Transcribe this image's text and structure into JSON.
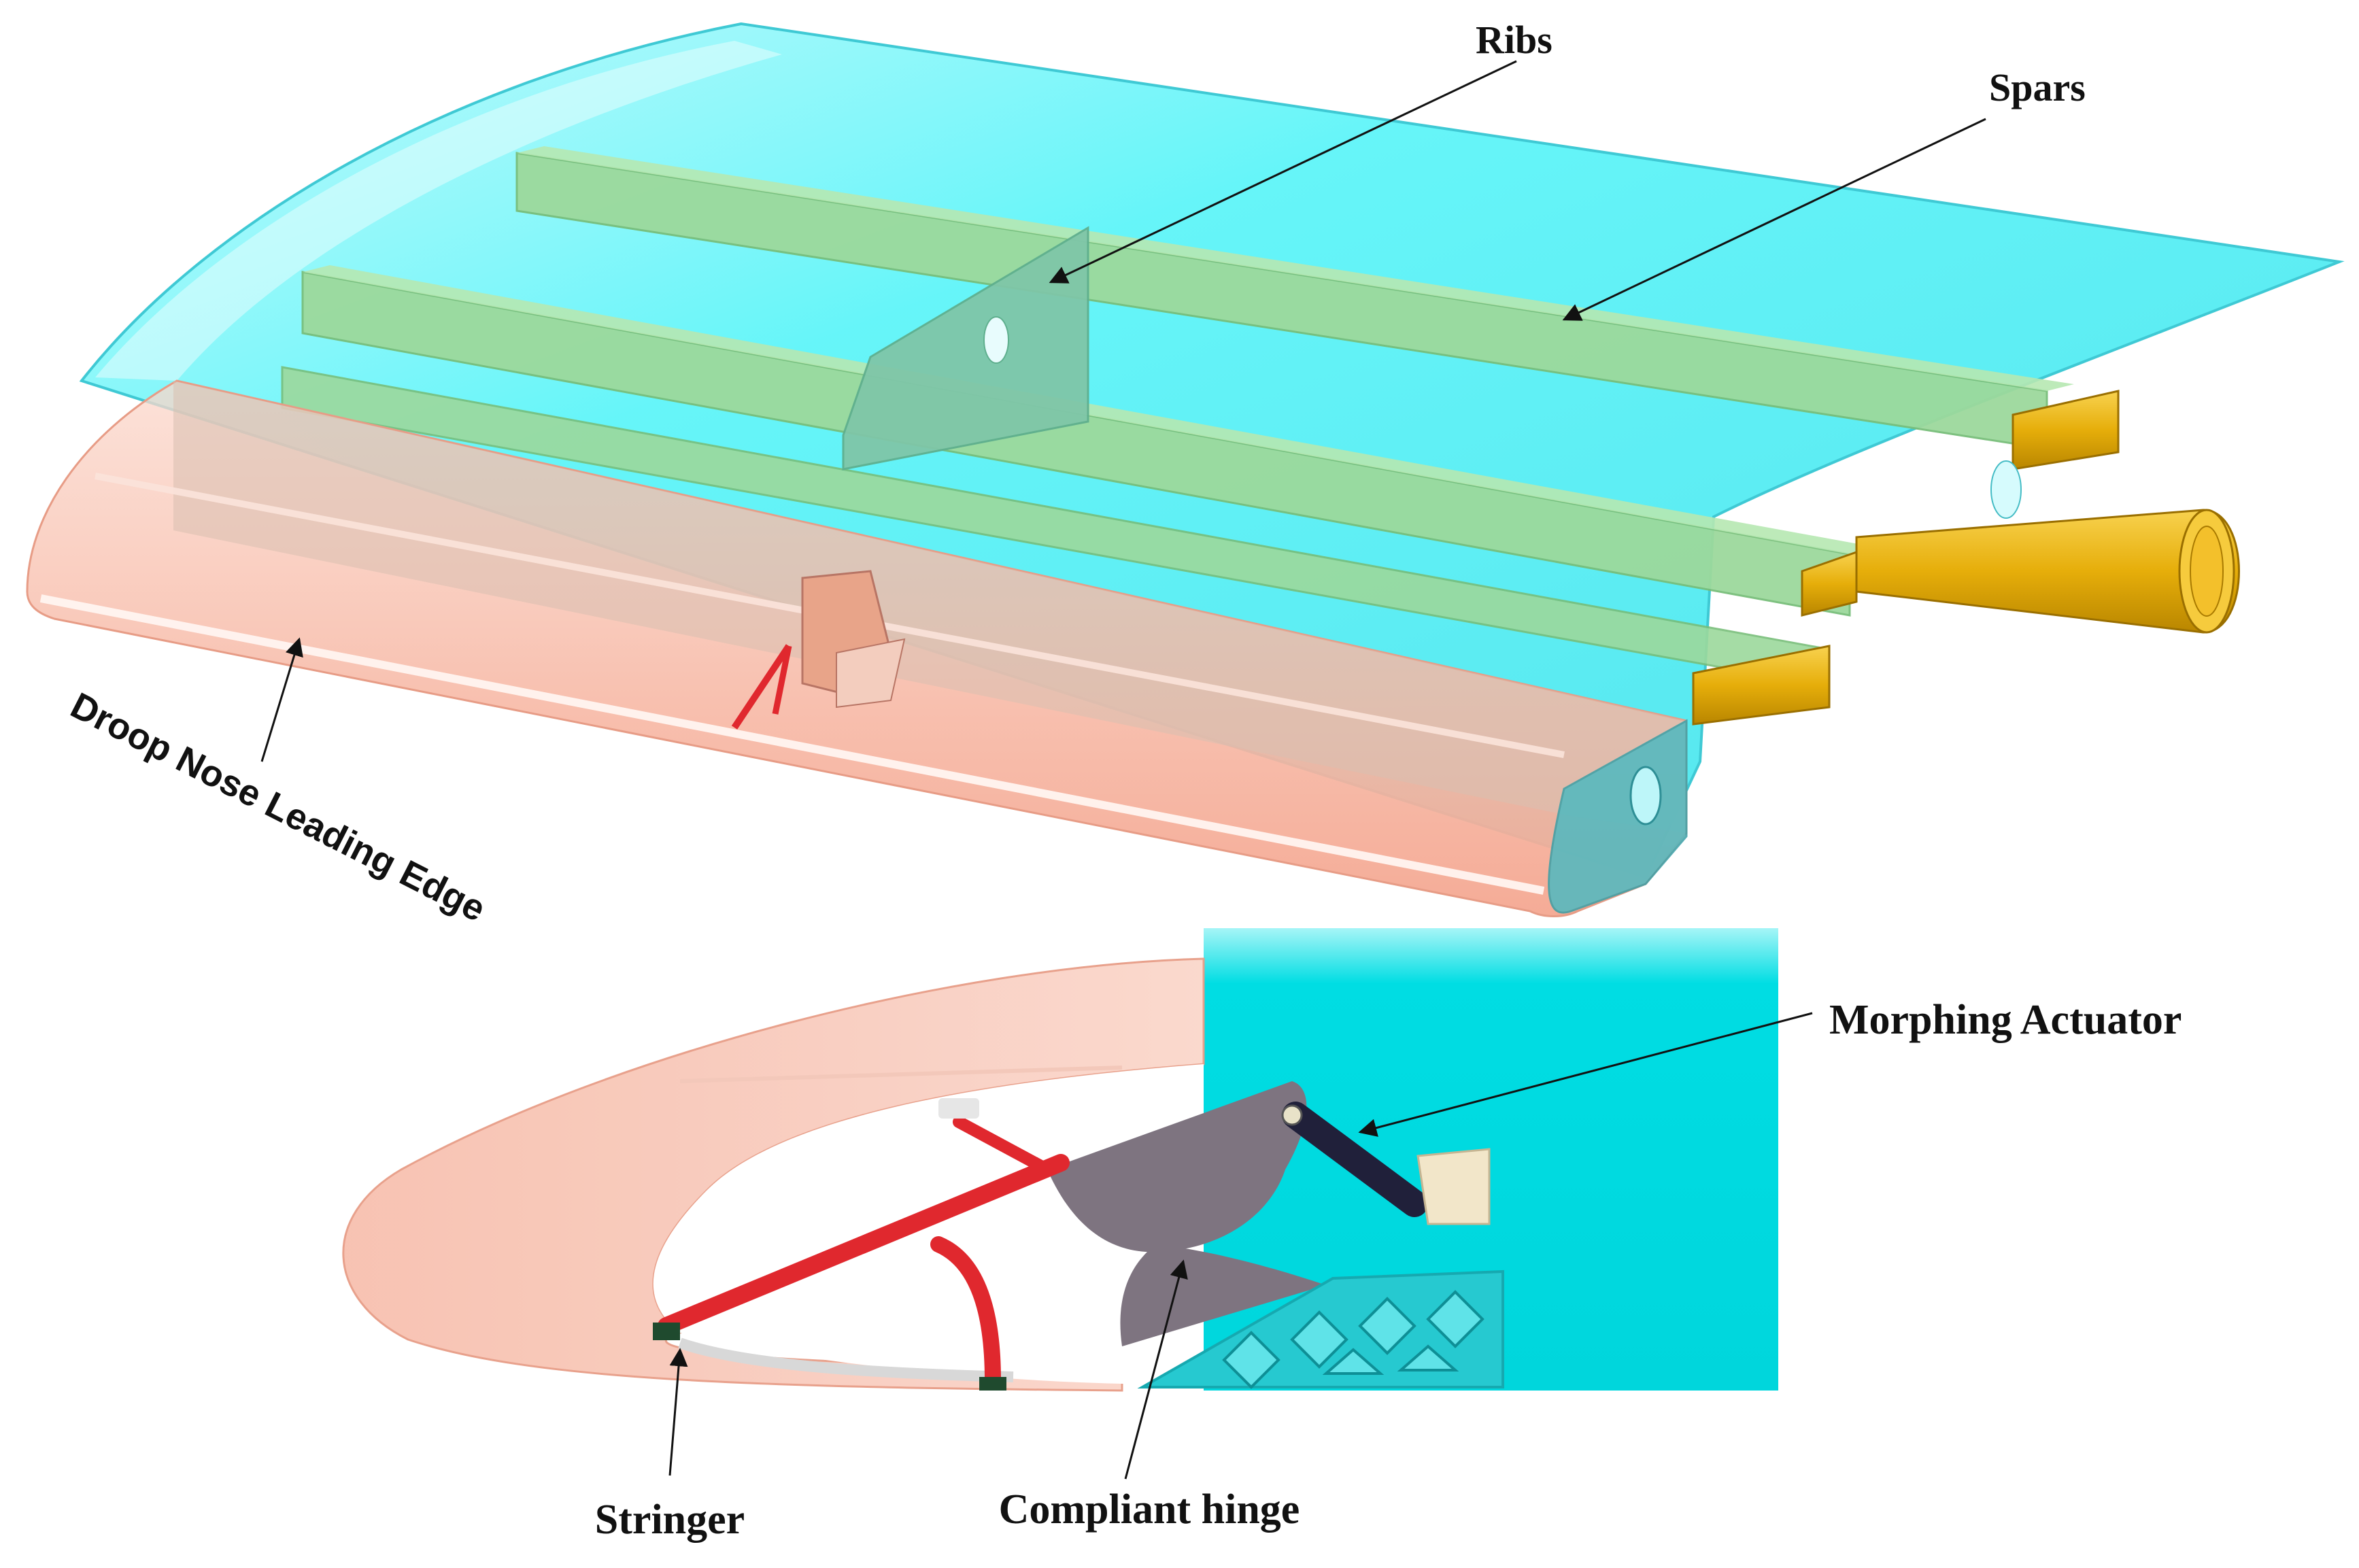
{
  "labels": {
    "ribs": "Ribs",
    "spars": "Spars",
    "droop_nose": "Droop Nose Leading Edge",
    "morphing_actuator": "Morphing Actuator",
    "stringer": "Stringer",
    "compliant_hinge": "Compliant hinge"
  },
  "colors": {
    "skin": "#55F4F8",
    "skin_dark": "#3FC9D4",
    "spar": "#9CD99C",
    "leading_edge": "#F7B9A6",
    "leading_edge_light": "#FAD3C6",
    "gold": "#E0A800",
    "gold_light": "#F4C842",
    "hinge_gray": "#7E7480",
    "mechanism_red": "#E0282E",
    "actuator": "#20203A",
    "panel_cyan": "#00DDE3",
    "text": "#111111"
  }
}
